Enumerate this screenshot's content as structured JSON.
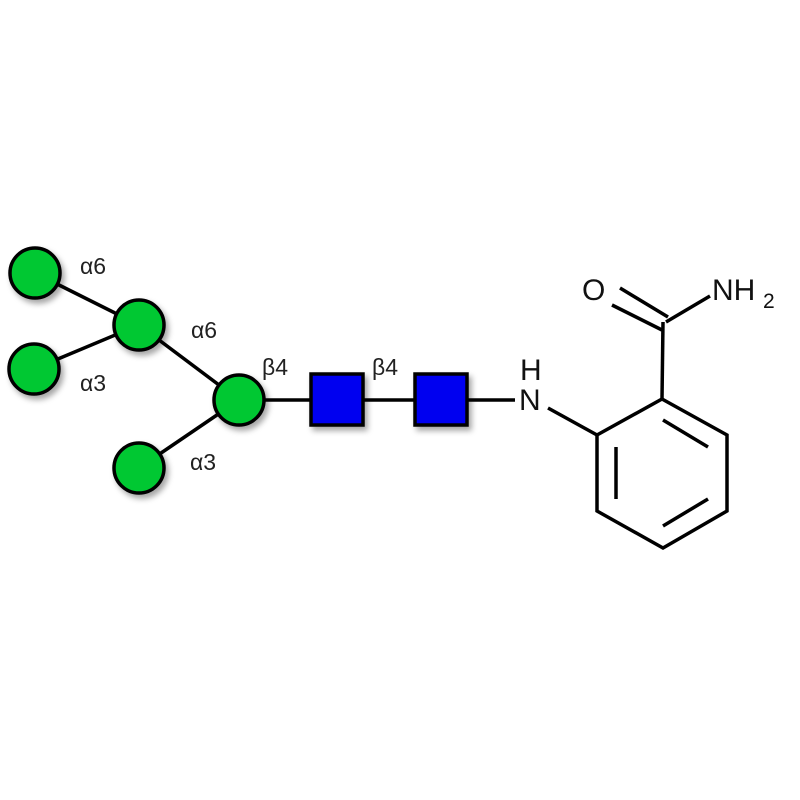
{
  "colors": {
    "mannose": "#00c832",
    "glcnac": "#0000f0",
    "outline": "#000000"
  },
  "linkages": [
    "α6",
    "α3",
    "α6",
    "α3",
    "β4",
    "β4"
  ],
  "atoms": {
    "oxygen": "O",
    "amide_n": "NH",
    "amide_sub": "2",
    "amine_n": "N",
    "amine_h": "H"
  }
}
